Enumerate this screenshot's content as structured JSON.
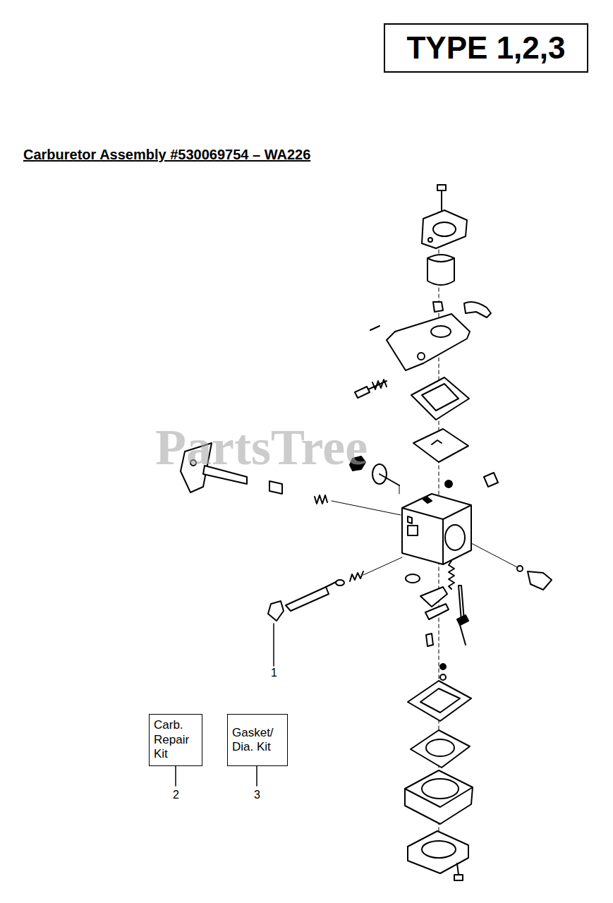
{
  "diagram": {
    "title": "Carburetor Assembly #530069754 – WA226",
    "nodes": [
      {
        "text": [
          "TYPE 1,2,3"
        ]
      },
      {
        "text": [
          "Carb. Repair Kit"
        ]
      },
      {
        "text": [
          "Gasket/ Dia. Kit"
        ]
      }
    ],
    "labels": [
      "PartsTree",
      "1",
      "2",
      "3"
    ]
  }
}
